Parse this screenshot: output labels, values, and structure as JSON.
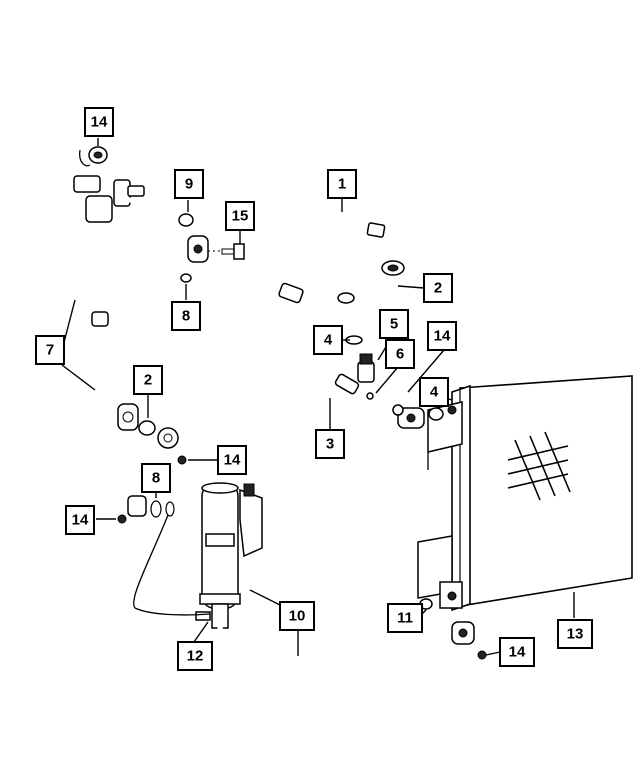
{
  "diagram": {
    "callouts": [
      {
        "id": "c14a",
        "label": "14"
      },
      {
        "id": "c9",
        "label": "9"
      },
      {
        "id": "c15",
        "label": "15"
      },
      {
        "id": "c8a",
        "label": "8"
      },
      {
        "id": "c1",
        "label": "1"
      },
      {
        "id": "c2a",
        "label": "2"
      },
      {
        "id": "c4a",
        "label": "4"
      },
      {
        "id": "c5",
        "label": "5"
      },
      {
        "id": "c14b",
        "label": "14"
      },
      {
        "id": "c6",
        "label": "6"
      },
      {
        "id": "c7",
        "label": "7"
      },
      {
        "id": "c2b",
        "label": "2"
      },
      {
        "id": "c4b",
        "label": "4"
      },
      {
        "id": "c3",
        "label": "3"
      },
      {
        "id": "c14c",
        "label": "14"
      },
      {
        "id": "c8b",
        "label": "8"
      },
      {
        "id": "c14d",
        "label": "14"
      },
      {
        "id": "c10",
        "label": "10"
      },
      {
        "id": "c11",
        "label": "11"
      },
      {
        "id": "c13",
        "label": "13"
      },
      {
        "id": "c12",
        "label": "12"
      },
      {
        "id": "c14e",
        "label": "14"
      }
    ]
  }
}
